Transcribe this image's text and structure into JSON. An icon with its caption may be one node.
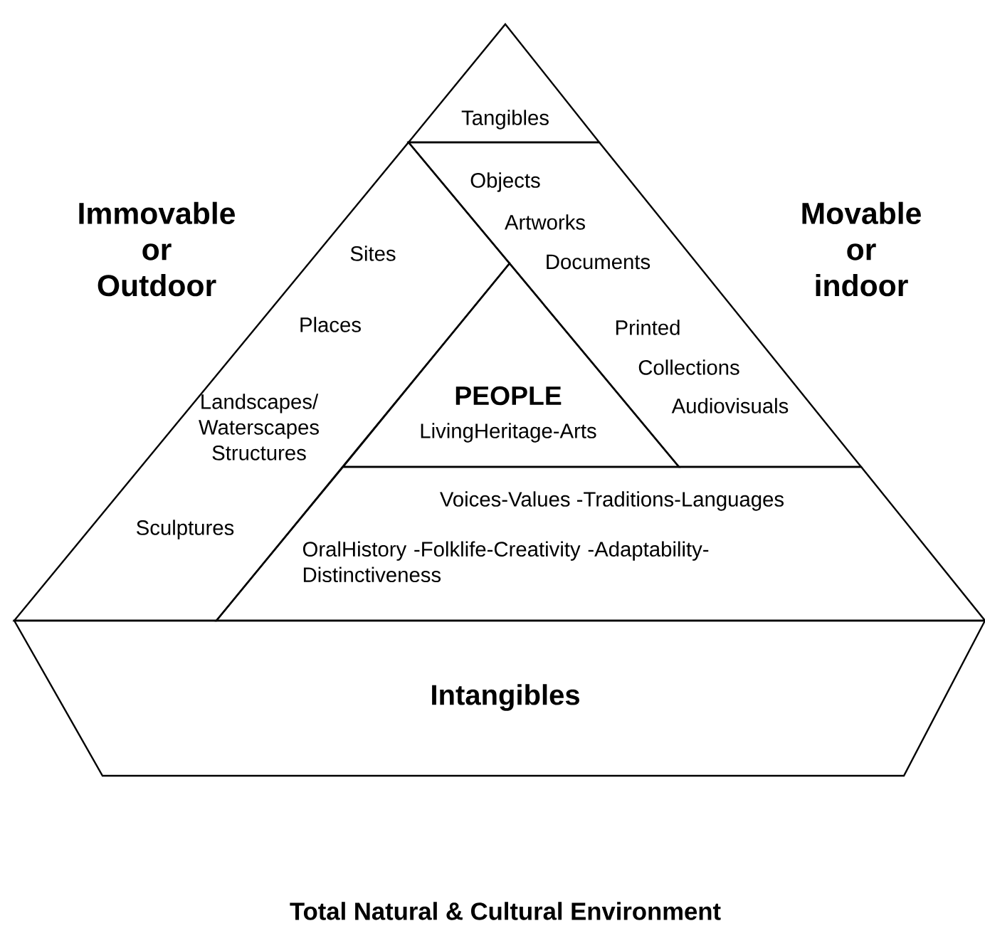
{
  "diagram": {
    "nodes": [
      {
        "text": [
          "Tangibles"
        ]
      },
      {
        "text": [
          "Sites",
          "Places",
          "Landscapes/ Waterscapes Structures",
          "Sculptures"
        ]
      },
      {
        "text": [
          "Objects",
          "Artworks",
          "Documents",
          "Printed",
          "Collections",
          "Audiovisuals"
        ]
      },
      {
        "text": [
          "PEOPLE",
          "LivingHeritage-Arts"
        ]
      },
      {
        "text": [
          "Voices-Values -Traditions-Languages",
          "OralHistory -Folklife-Creativity -Adaptability- Distinctiveness"
        ]
      },
      {
        "text": [
          "Intangibles"
        ]
      }
    ],
    "labels": [
      "Immovable or Outdoor",
      "Movable or indoor",
      "Total Natural & Cultural Environment"
    ]
  }
}
